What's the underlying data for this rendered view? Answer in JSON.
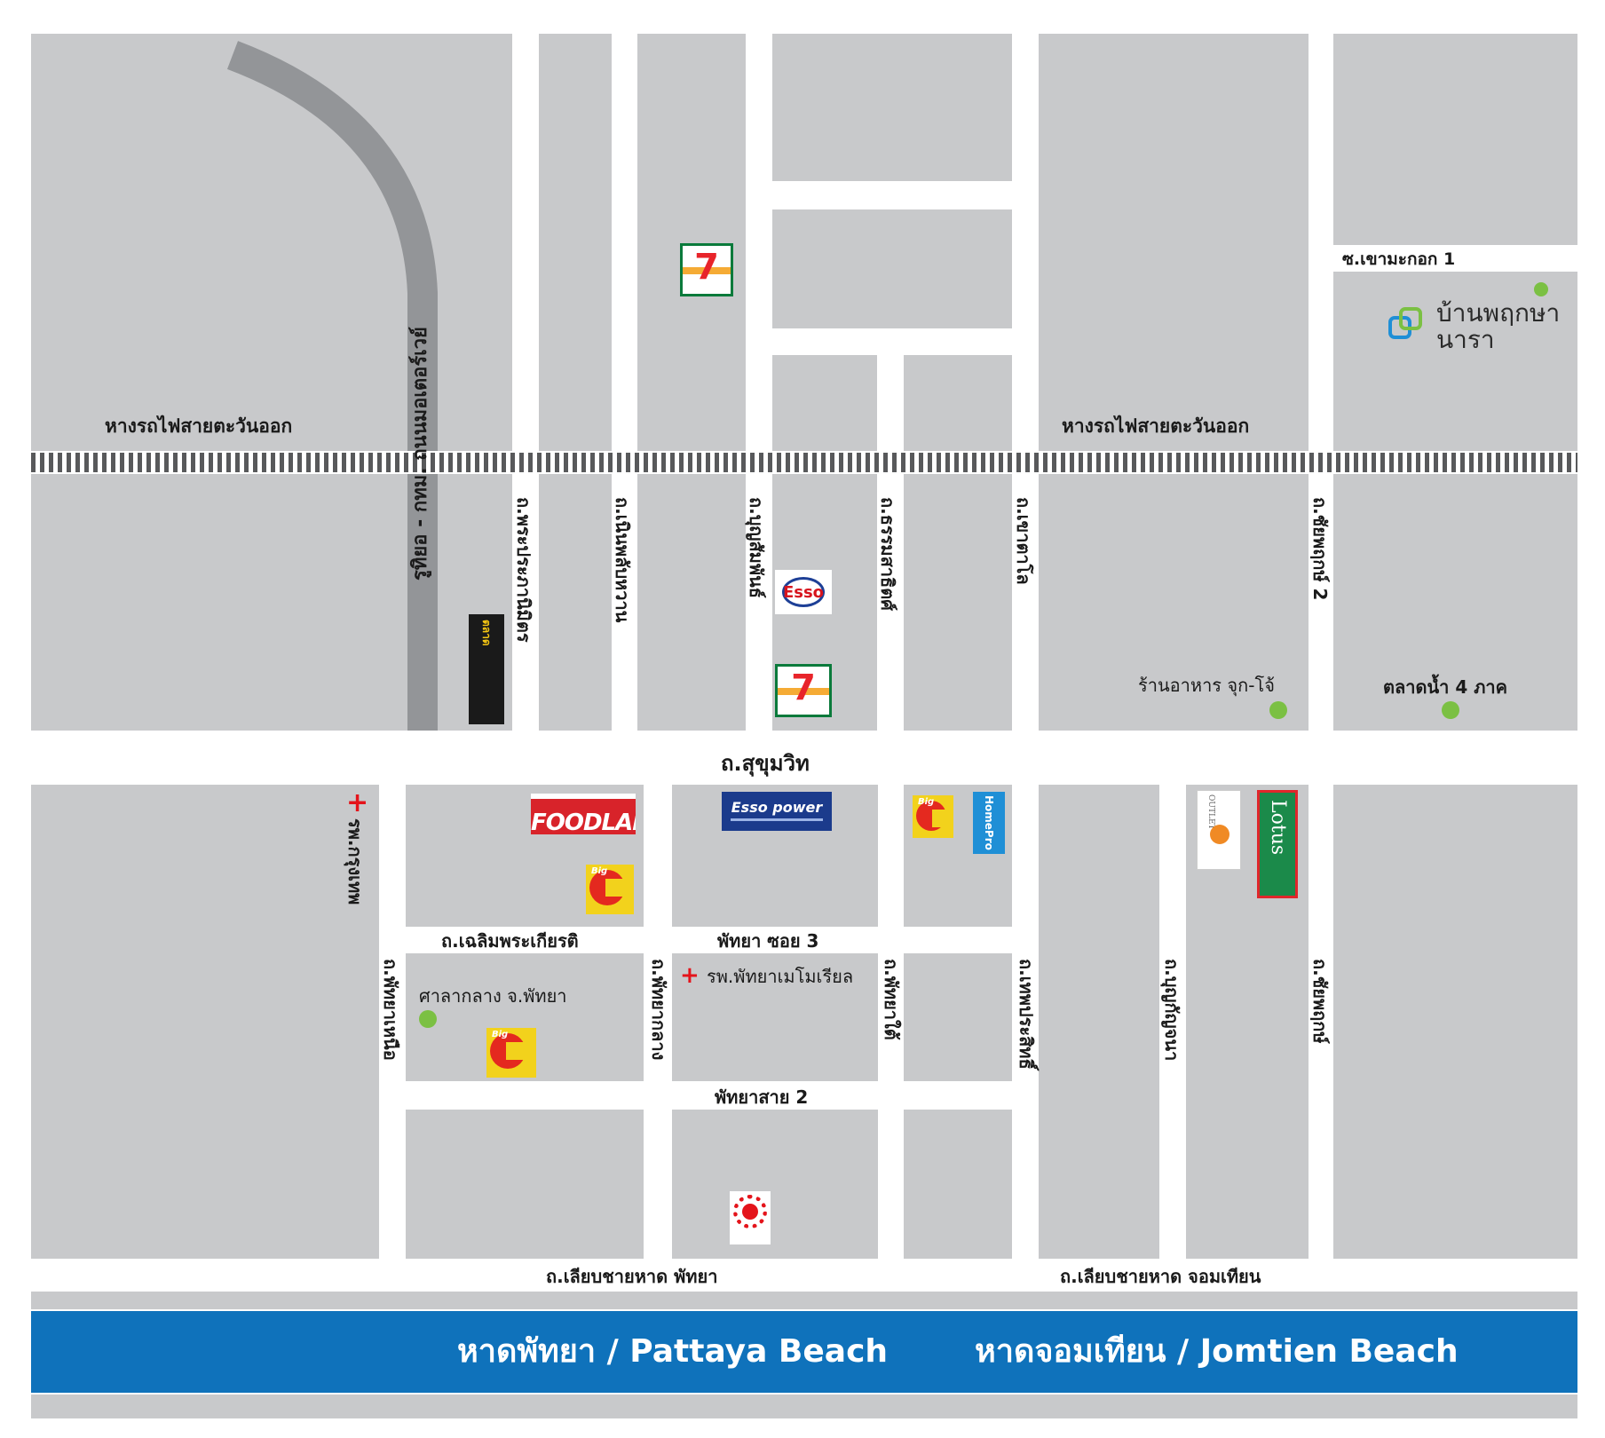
{
  "roads": {
    "railway_left": "หางรถไฟสายตะวันออก",
    "railway_right": "หางรถไฟสายตะวันออก",
    "highway": "รูทิยอ - กทม. ถนนมอเตอร์เวย์",
    "sukhumvit": "ถ.สุขุมวิท",
    "soi_khaomakok": "ซ.เขามะกอก 1",
    "phraprakanimit": "ถ.พระประภานิมิตร",
    "noenphlapwan": "ถ.เนินพลับหวาน",
    "bunsamphan": "ถ.บุญสัมพันธ์",
    "thammasadit": "ถ.ธรรมสาธิตศ์",
    "khaotalo": "ถ.เขาตาโล",
    "chaiyaphruek2": "ถ.ชัยพฤกษ์ 2",
    "chaiyaphruek": "ถ.ชัยพฤกษ์",
    "chaloemphrakiat": "ถ.เฉลิมพระเกียรติ",
    "pattaya_soi3": "พัทยา ซอย 3",
    "pattaya_nuea": "ถ.พัทยาเหนือ",
    "pattaya_klang": "ถ.พัทยากลาง",
    "pattaya_tai": "ถ.พัทยาใต้",
    "thepprasit": "ถ.เทพประสิทธิ์",
    "bunkanchana": "ถ.บุญกัญจนา",
    "pattaya_sai2": "พัทยาสาย 2",
    "beach_road_pattaya": "ถ.เลียบชายหาด พัทยา",
    "beach_road_jomtien": "ถ.เลียบชายหาด จอมเทียน"
  },
  "places": {
    "praksa_nara": "บ้านพฤกษา\nนารา",
    "jukjo": "ร้านอาหาร จุก-โจ้",
    "floating_market": "ตลาดน้ำ 4 ภาค",
    "hospital_bangkok": "รพ.กรุงเทพ",
    "city_hall": "ศาลากลาง จ.พัทยา",
    "pattaya_memorial": "รพ.พัทยาเมโมเรียล"
  },
  "logos": {
    "seven_eleven": "7",
    "esso": "Esso",
    "foodland": "FOODLAND",
    "esso_power": "Esso power",
    "big_c": "Big",
    "lotus": "Lotus"
  },
  "beaches": {
    "pattaya": "หาดพัทยา / Pattaya Beach",
    "jomtien": "หาดจอมเทียน /  Jomtien Beach"
  },
  "colors": {
    "block": "#c8c9cb",
    "road": "#ffffff",
    "highway": "#939598",
    "sea": "#0f72bb",
    "railway": "#58595b",
    "marker": "#7bc043"
  }
}
